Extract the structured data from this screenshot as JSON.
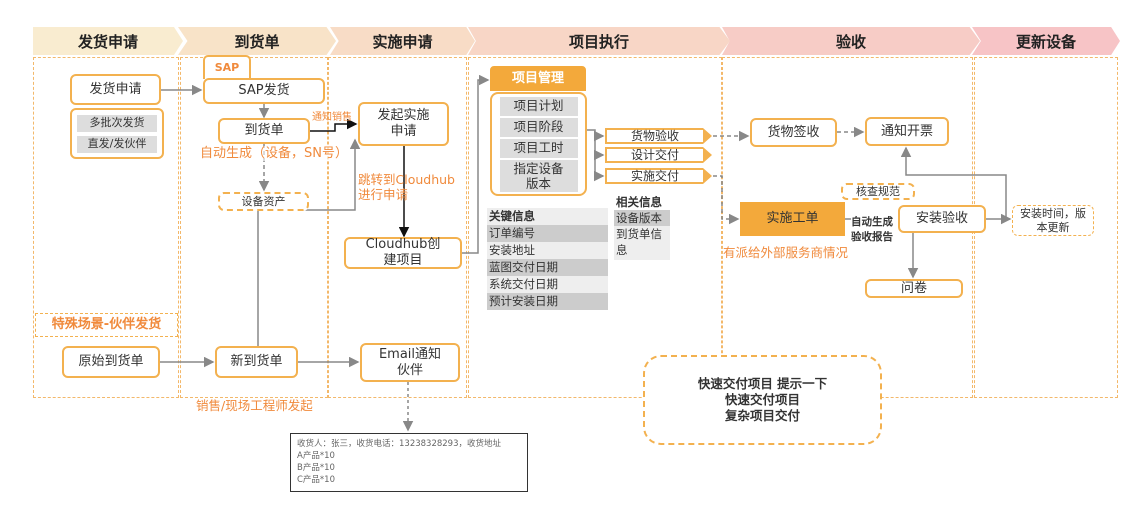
{
  "phases": [
    "发货申请",
    "到货单",
    "实施申请",
    "项目执行",
    "验收",
    "更新设备"
  ],
  "col1": {
    "apply": "发货申请",
    "batch": "多批次发货",
    "direct": "直发/发伙伴",
    "special": "特殊场景-伙伴发货",
    "orig": "原始到货单"
  },
  "col2": {
    "sap_tab": "SAP",
    "sap_ship": "SAP发货",
    "arrival": "到货单",
    "auto_gen": "自动生成（设备，SN号）",
    "asset": "设备资产",
    "new_arrival": "新到货单",
    "initiator": "销售/现场工程师发起"
  },
  "col3": {
    "notify_sales": "通知销售",
    "start_impl": "发起实施申请",
    "jump": "跳转到Cloudhub进行申请",
    "cloudhub": "Cloudhub创建项目",
    "email": "Email通知伙伴"
  },
  "email_box": {
    "line1": "收货人：张三，收货电话：13238328293，收货地址",
    "line2": "A产品*10",
    "line3": "B产品*10",
    "line4": "C产品*10"
  },
  "col4": {
    "pm": "项目管理",
    "pm_items": [
      "项目计划",
      "项目阶段",
      "项目工时",
      "指定设备版本"
    ],
    "deliv": [
      "货物验收",
      "设计交付",
      "实施交付"
    ],
    "key_info": {
      "title": "关键信息",
      "rows": [
        "订单编号",
        "安装地址",
        "蓝图交付日期",
        "系统交付日期",
        "预计安装日期"
      ]
    },
    "rel_info": {
      "title": "相关信息",
      "rows": [
        "设备版本",
        "到货单信息"
      ]
    }
  },
  "col5": {
    "sign": "货物签收",
    "invoice": "通知开票",
    "check": "核查规范",
    "work_order": "实施工单",
    "auto_report": "自动生成验收报告",
    "install_acc": "安装验收",
    "external": "有派给外部服务商情况",
    "survey": "问卷"
  },
  "col6": {
    "update": "安装时间，版本更新"
  },
  "note": {
    "line1": "快速交付项目 提示一下",
    "line2": "快速交付项目",
    "line3": "复杂项目交付"
  },
  "colors": {
    "accent": "#f3b14f",
    "orange_text": "#f08a3c",
    "header_start": "#f9ecd0",
    "header_end": "#f7c4c6"
  }
}
